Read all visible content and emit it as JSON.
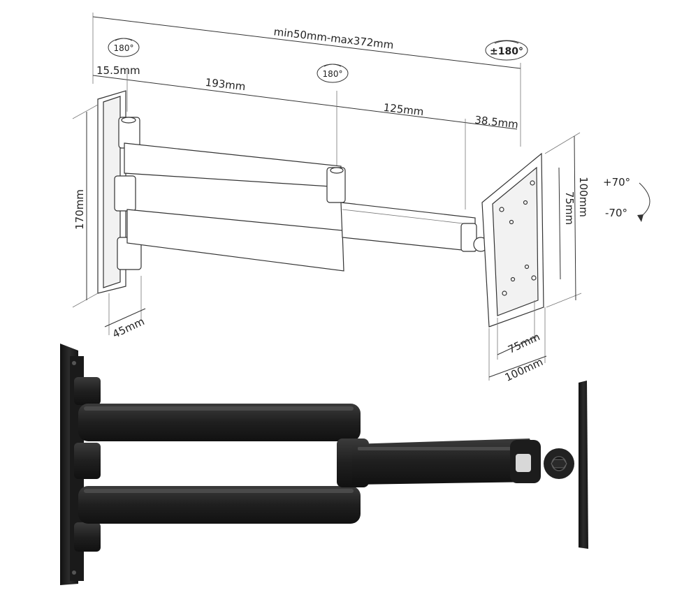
{
  "diagram": {
    "total_length": "min50mm-max372mm",
    "rotations": {
      "wall": "180°",
      "middle": "180°",
      "head": "±180°"
    },
    "segments": {
      "wall_offset": "15.5mm",
      "arm1": "193mm",
      "arm2": "125mm",
      "head_offset": "38.5mm"
    },
    "wall_plate": {
      "height": "170mm",
      "depth": "45mm"
    },
    "vesa": {
      "height_max": "100mm",
      "height_min": "75mm",
      "width_min": "75mm",
      "width_max": "100mm"
    },
    "tilt": {
      "up": "+70°",
      "down": "-70°"
    }
  },
  "colors": {
    "line": "#333333",
    "product": "#1e1e1e",
    "product_highlight": "#3a3a3a"
  }
}
